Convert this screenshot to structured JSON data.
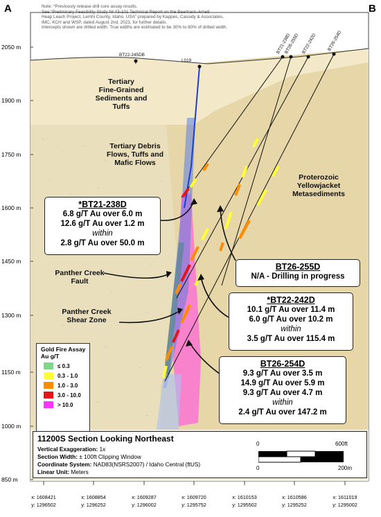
{
  "corner_left": "A",
  "corner_right": "B",
  "note_lines": [
    "Note: *Previously release drill core assay results.",
    "See \"Preliminary Feasibility Study NI 43-101 Technical Report on the Beartrack-Arnett",
    "Heap Leach Project, Lemhi County, Idaho, USA\" prepared by Kappes, Cassidy & Associates,",
    "IMC, KCH and WSP, dated August 2nd, 2023, for further details.",
    "Intercepts shown are drilled width. True widths are estimated to be 30% to 80% of drilled width."
  ],
  "elevations": [
    "2050 m",
    "1900 m",
    "1750 m",
    "1600 m",
    "1450 m",
    "1300 m",
    "1150 m",
    "1000 m",
    "850 m"
  ],
  "geology": {
    "tertiary_sed": [
      "Tertiary",
      "Fine-Grained",
      "Sediments and",
      "Tuffs"
    ],
    "tertiary_debris": [
      "Tertiary Debris",
      "Flows, Tuffs and",
      "Mafic Flows"
    ],
    "proterozoic": [
      "Proterozoic",
      "Yellowjacket",
      "Metasediments"
    ],
    "fault": [
      "Panther Creek",
      "Fault"
    ],
    "shear": [
      "Panther Creek",
      "Shear Zone"
    ]
  },
  "hole_labels": {
    "bt22_245db": "BT22-245DB",
    "l019": "L019",
    "bt21_238d": "BT21-238D",
    "bt26_255d": "BT26-255D",
    "bt22_242d": "BT22-242D",
    "bt26_254d": "BT26-254D"
  },
  "callouts": {
    "bt21_238d": {
      "title": "*BT21-238D",
      "l1": "6.8 g/T Au over 6.0 m",
      "l2": "12.6 g/T Au over 1.2 m",
      "within": "within",
      "l3": "2.8 g/T Au over 50.0 m"
    },
    "bt26_255d": {
      "title": "BT26-255D",
      "l1": "N/A - Drilling in progress"
    },
    "bt22_242d": {
      "title": "*BT22-242D",
      "l1": "10.1 g/T Au over 11.4 m",
      "l2": "6.0 g/T Au over 10.2 m",
      "within": "within",
      "l3": "3.5 g/T Au over 115.4 m"
    },
    "bt26_254d": {
      "title": "BT26-254D",
      "l1": "9.3 g/T Au over 3.5 m",
      "l2": "14.9 g/T Au over 5.9 m",
      "l3": "9.3 g/T Au over 4.7 m",
      "within": "within",
      "l4": "2.4 g/T Au over 147.2 m"
    }
  },
  "legend": {
    "title": "Gold Fire Assay",
    "unit": "Au g/T",
    "items": [
      {
        "label": "≤ 0.3",
        "color": "#7fd88a"
      },
      {
        "label": "0.3 - 1.0",
        "color": "#ffff33"
      },
      {
        "label": "1.0 - 3.0",
        "color": "#ff8c00"
      },
      {
        "label": "3.0 - 10.0",
        "color": "#e8121c"
      },
      {
        "label": "> 10.0",
        "color": "#ff33ff"
      }
    ]
  },
  "info": {
    "heading": "11200S Section Looking Northeast",
    "ve_label": "Vertical Exaggeration:",
    "ve_value": "1x",
    "sw_label": "Section Width:",
    "sw_value": "± 100ft Clipping Window",
    "cs_label": "Coordinate System:",
    "cs_value": "NAD83(NSRS2007) / Idaho Central (ftUS)",
    "lu_label": "Linear Unit:",
    "lu_value": "Meters"
  },
  "scale": {
    "zero_top": "0",
    "ft": "600ft",
    "zero_bottom": "0",
    "m": "200m"
  },
  "xcoords": [
    {
      "x": "x: 1608421",
      "y": "y: 1296502"
    },
    {
      "x": "x: 1608854",
      "y": "y: 1296252"
    },
    {
      "x": "x: 1609287",
      "y": "y: 1296002"
    },
    {
      "x": "x: 1609720",
      "y": "y: 1295752"
    },
    {
      "x": "x: 1610153",
      "y": "y: 1295502"
    },
    {
      "x": "x: 1610586",
      "y": "y: 1295252"
    },
    {
      "x": "x: 1611019",
      "y": "y: 1295002"
    }
  ],
  "colors": {
    "tertiary_sed": "#f3e9c8",
    "tertiary_debris": "#eadfbd",
    "proterozoic": "#e6d6a8",
    "fault": "#6b8f4e",
    "shear": "#ff66d9",
    "tertiary_blue": "#3c5fd0"
  }
}
